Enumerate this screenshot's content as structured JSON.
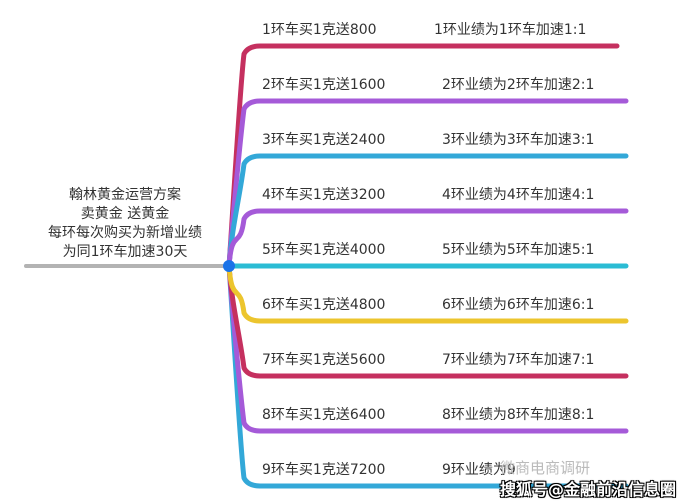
{
  "root": {
    "lines": [
      "翰林黄金运营方案",
      "卖黄金 送黄金",
      "每环每次购买为新增业绩",
      "为同1环车加速30天"
    ],
    "connector_color": "#b3b3b3",
    "hub_color": "#1a73e8"
  },
  "branches": [
    {
      "left": "1环车买1克送800",
      "right": "1环业绩为1环车加速1:1",
      "color": "#c5305f"
    },
    {
      "left": "2环车买1克送1600",
      "right": "2环业绩为2环车加速2:1",
      "color": "#a55ad8"
    },
    {
      "left": "3环车买1克送2400",
      "right": "3环业绩为3环车加速3:1",
      "color": "#33a8d8"
    },
    {
      "left": "4环车买1克送3200",
      "right": "4环业绩为4环车加速4:1",
      "color": "#a55ad8"
    },
    {
      "left": "5环车买1克送4000",
      "right": "5环业绩为5环车加速5:1",
      "color": "#2bbcd4"
    },
    {
      "left": "6环车买1克送4800",
      "right": "6环业绩为6环车加速6:1",
      "color": "#ecc52e"
    },
    {
      "left": "7环车买1克送5600",
      "right": "7环业绩为7环车加速7:1",
      "color": "#c5305f"
    },
    {
      "left": "8环车买1克送6400",
      "right": "8环业绩为8环车加速8:1",
      "color": "#a55ad8"
    },
    {
      "left": "9环车买1克送7200",
      "right": "9环业绩为9",
      "color": "#33a8d8"
    }
  ],
  "watermark": {
    "line1": "微商电商调研",
    "line2": "搜狐号@金融前沿信息圈"
  }
}
